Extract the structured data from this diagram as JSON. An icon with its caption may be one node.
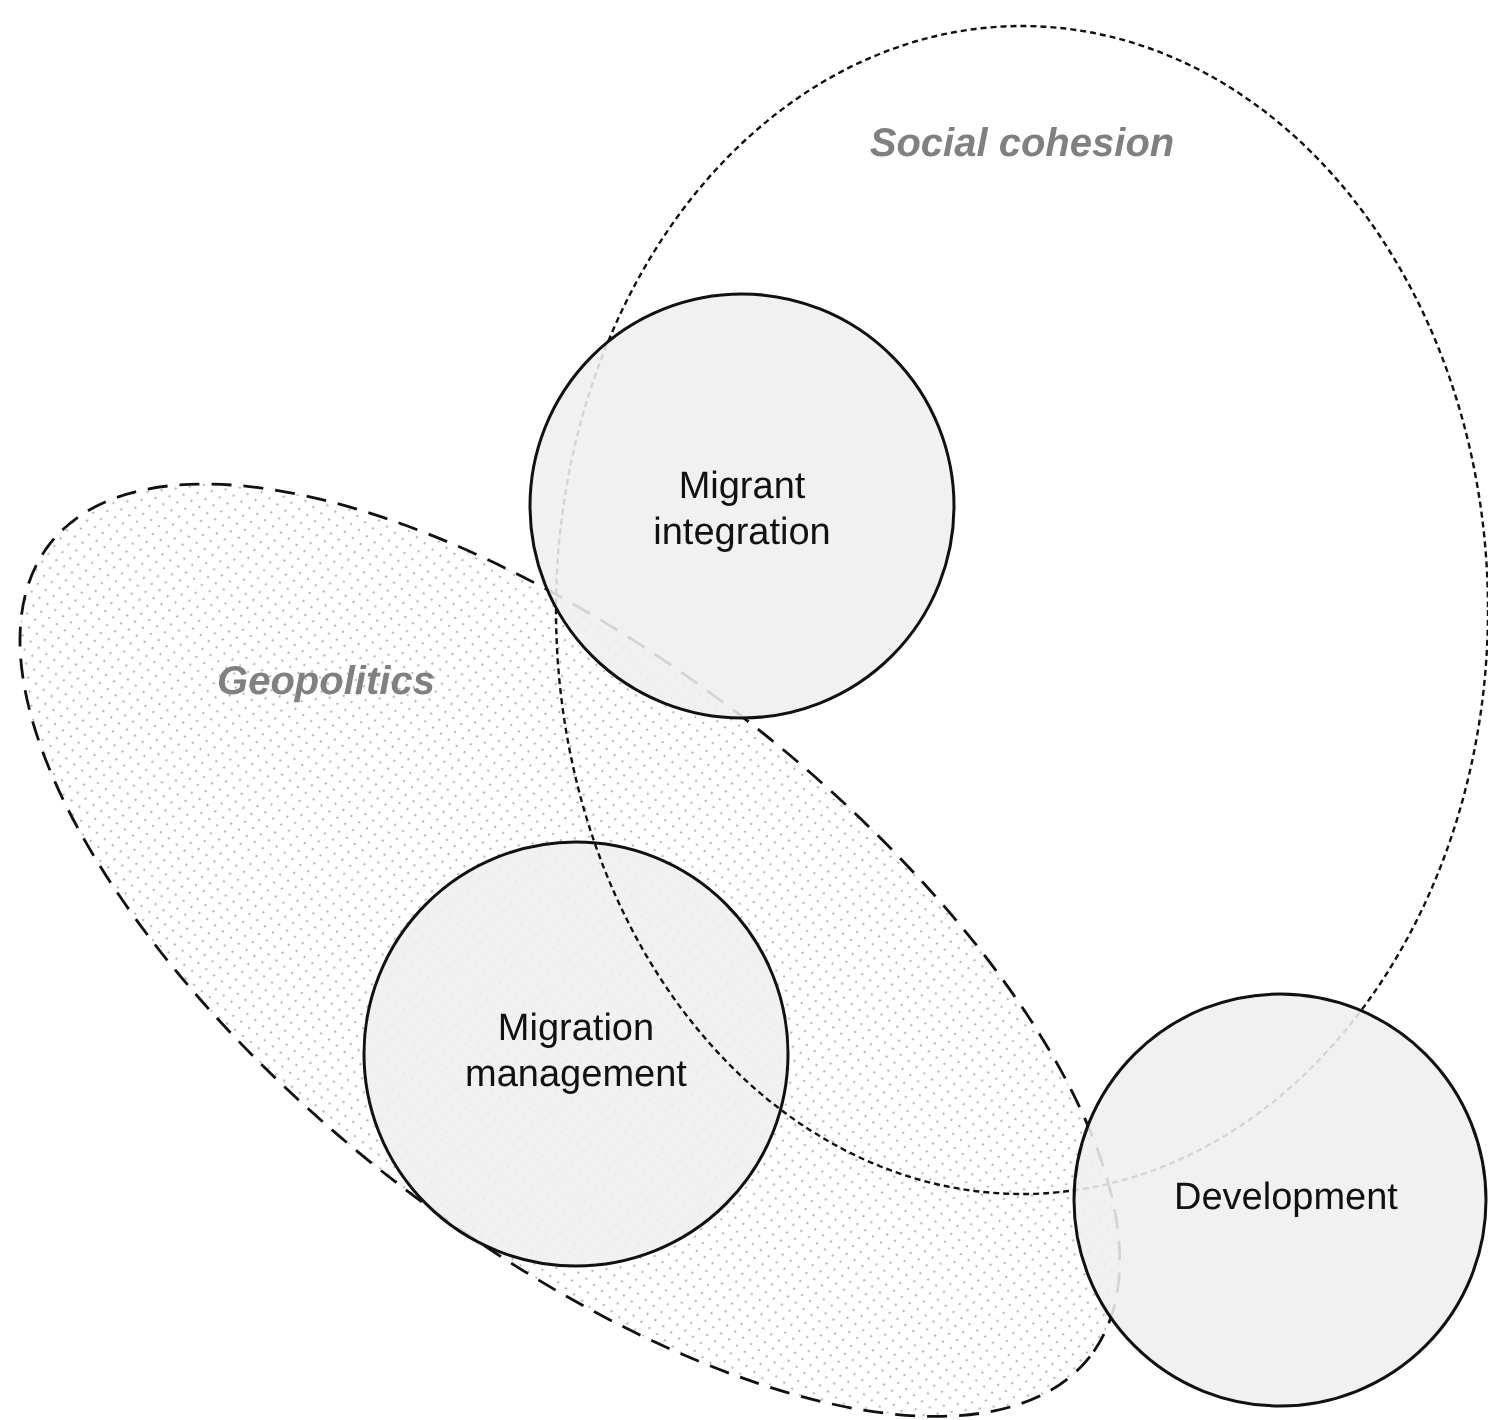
{
  "diagram": {
    "nodes": [
      {
        "text": [
          "Social cohesion"
        ]
      },
      {
        "text": [
          "Migrant integration"
        ]
      },
      {
        "text": [
          "Geopolitics"
        ]
      },
      {
        "text": [
          "Migration management"
        ],
        "in": 2
      },
      {
        "text": [
          "Development"
        ]
      }
    ]
  }
}
